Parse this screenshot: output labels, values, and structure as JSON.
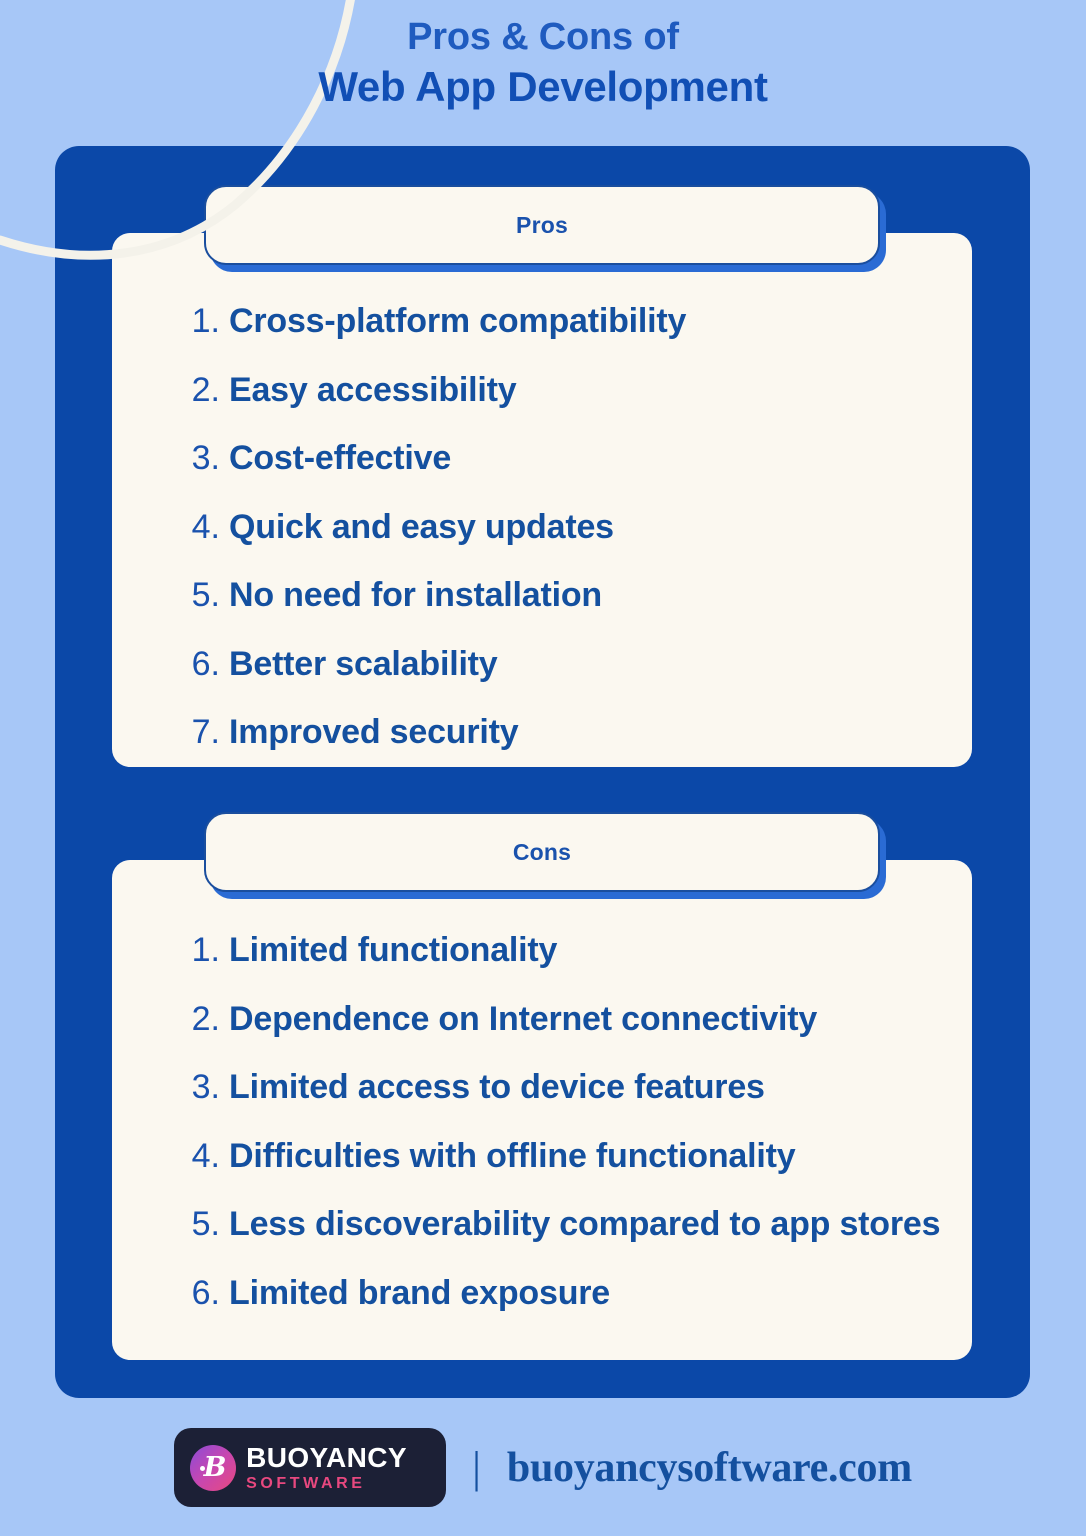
{
  "page": {
    "background_color": "#a7c7f7",
    "panel_color": "#0B48A8",
    "card_color": "#FBF8F0",
    "accent_color": "#14509f"
  },
  "title": {
    "line1": "Pros & Cons of",
    "line2": "Web App Development"
  },
  "sections": [
    {
      "id": "pros",
      "pill_label": "Pros",
      "items": [
        {
          "number": "1.",
          "text": "Cross-platform compatibility"
        },
        {
          "number": "2.",
          "text": "Easy accessibility"
        },
        {
          "number": "3.",
          "text": "Cost-effective"
        },
        {
          "number": "4.",
          "text": "Quick and easy updates"
        },
        {
          "number": "5.",
          "text": "No need for installation"
        },
        {
          "number": "6.",
          "text": "Better scalability"
        },
        {
          "number": "7.",
          "text": "Improved security"
        }
      ]
    },
    {
      "id": "cons",
      "pill_label": "Cons",
      "items": [
        {
          "number": "1.",
          "text": "Limited functionality"
        },
        {
          "number": "2.",
          "text": "Dependence on Internet connectivity"
        },
        {
          "number": "3.",
          "text": "Limited access to device features"
        },
        {
          "number": "4.",
          "text": "Difficulties with offline functionality"
        },
        {
          "number": "5.",
          "text": "Less discoverability compared to app stores"
        },
        {
          "number": "6.",
          "text": "Limited brand exposure"
        }
      ]
    }
  ],
  "footer": {
    "logo_name": "BUOYANCY",
    "logo_sub": "SOFTWARE",
    "logo_glyph": "B",
    "separator": "|",
    "url": "buoyancysoftware.com"
  }
}
